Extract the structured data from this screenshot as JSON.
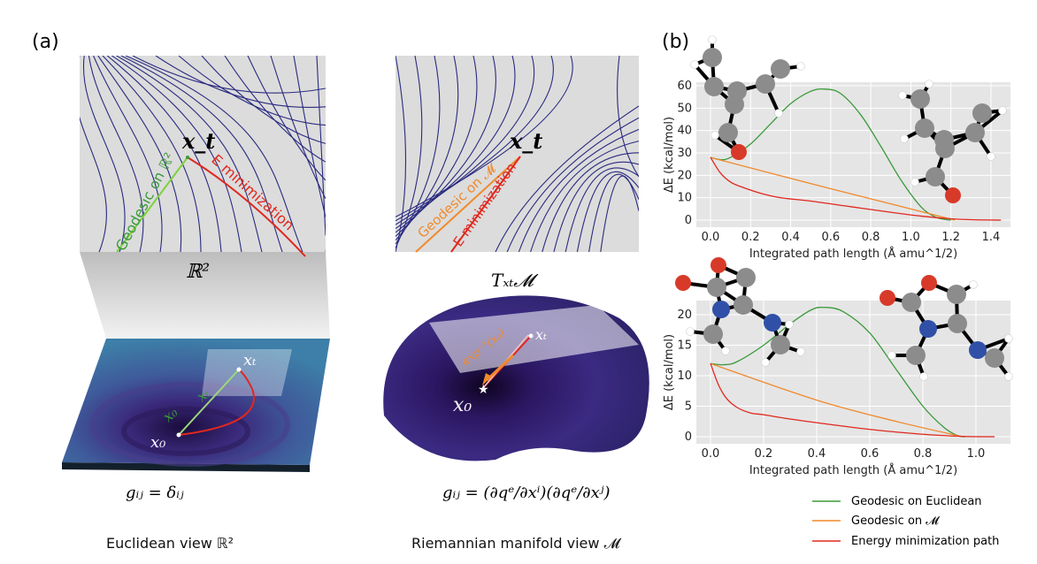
{
  "panel_a": {
    "label": "(a)",
    "euclid_plane": {
      "point_label": "x_t",
      "geodesic_label": "Geodesic on ℝ²",
      "energy_label": "E minimization",
      "space_label": "ℝ²"
    },
    "tangent_plane": {
      "point_label": "x_t",
      "geodesic_label": "Geodesic on 𝓜",
      "energy_label": "E minimization",
      "space_label": "Tₓₜ𝓜"
    },
    "euclid_3d": {
      "start_label": "x₀",
      "end_label": "xₜ",
      "line_label_1": "xₜ",
      "line_label_2": "x₀"
    },
    "manifold_3d": {
      "start_label": "x₀",
      "end_label": "xₜ",
      "exp_label": "exp⁻¹(x₀)"
    },
    "euclid_metric": "gᵢⱼ = δᵢⱼ",
    "manifold_metric": "gᵢⱼ = (∂qᵉ/∂xⁱ)(∂qᵉ/∂xʲ)",
    "euclid_caption": "Euclidean view ℝ²",
    "manifold_caption": "Riemannian manifold view 𝓜"
  },
  "panel_b": {
    "label": "(b)"
  },
  "colors": {
    "green": "#3a9a3a",
    "orange": "#f08a2c",
    "red": "#e0281e",
    "contour": "#2a2a80",
    "plot_bg": "#e5e5e5"
  },
  "chart_data": [
    {
      "type": "line",
      "xlabel": "Integrated path length (Å amu^1/2)",
      "ylabel": "ΔE (kcal/mol)",
      "xlim": [
        -0.05,
        1.5
      ],
      "ylim": [
        -2,
        63
      ],
      "xticks": [
        "0.0",
        "0.2",
        "0.4",
        "0.6",
        "0.8",
        "1.0",
        "1.2",
        "1.4"
      ],
      "yticks": [
        "0",
        "10",
        "20",
        "30",
        "40",
        "50",
        "60"
      ],
      "grid": true,
      "series": [
        {
          "name": "Geodesic on Euclidean",
          "color": "#3a9a3a",
          "x": [
            0,
            0.05,
            0.1,
            0.2,
            0.3,
            0.4,
            0.5,
            0.57,
            0.65,
            0.75,
            0.85,
            0.95,
            1.05,
            1.12,
            1.17,
            1.2
          ],
          "y": [
            28,
            27,
            28,
            34,
            43,
            52,
            57.5,
            58.5,
            56.5,
            47,
            33,
            18,
            6,
            1.5,
            0.3,
            0
          ]
        },
        {
          "name": "Geodesic on 𝓜",
          "color": "#f08a2c",
          "x": [
            0,
            0.6,
            1.0,
            1.22
          ],
          "y": [
            28,
            14,
            5,
            0
          ]
        },
        {
          "name": "Energy minimization path",
          "color": "#e0281e",
          "x": [
            0,
            0.05,
            0.1,
            0.15,
            0.25,
            0.35,
            0.5,
            0.7,
            0.9,
            1.05,
            1.2,
            1.3,
            1.45
          ],
          "y": [
            28,
            21,
            17,
            15,
            12,
            10,
            8.5,
            6,
            3.5,
            1.8,
            0.6,
            0.2,
            0
          ]
        }
      ]
    },
    {
      "type": "line",
      "xlabel": "Integrated path length (Å amu^1/2)",
      "ylabel": "ΔE (kcal/mol)",
      "xlim": [
        -0.05,
        1.13
      ],
      "ylim": [
        -1,
        22.5
      ],
      "xticks": [
        "0.0",
        "0.2",
        "0.4",
        "0.6",
        "0.8",
        "1.0"
      ],
      "yticks": [
        "0",
        "5",
        "10",
        "15",
        "20"
      ],
      "grid": true,
      "series": [
        {
          "name": "Geodesic on Euclidean",
          "color": "#3a9a3a",
          "x": [
            0,
            0.05,
            0.1,
            0.2,
            0.3,
            0.38,
            0.43,
            0.5,
            0.6,
            0.7,
            0.8,
            0.88,
            0.93,
            0.96
          ],
          "y": [
            12,
            11.8,
            12.3,
            15,
            18.5,
            20.8,
            21.2,
            20.5,
            17,
            11,
            5,
            1.5,
            0.2,
            0
          ]
        },
        {
          "name": "Geodesic on 𝓜",
          "color": "#f08a2c",
          "x": [
            0,
            0.4,
            0.7,
            0.95
          ],
          "y": [
            12,
            6,
            2.5,
            0
          ]
        },
        {
          "name": "Energy minimization path",
          "color": "#e0281e",
          "x": [
            0,
            0.03,
            0.06,
            0.1,
            0.15,
            0.2,
            0.3,
            0.4,
            0.6,
            0.8,
            0.95,
            1.07
          ],
          "y": [
            12,
            8.5,
            6.3,
            4.8,
            3.9,
            3.6,
            2.9,
            2.3,
            1.2,
            0.4,
            0.05,
            0
          ]
        }
      ]
    }
  ],
  "legend": [
    {
      "label": "Geodesic on Euclidean",
      "color": "#3a9a3a"
    },
    {
      "label": "Geodesic on 𝓜",
      "color": "#f08a2c"
    },
    {
      "label": "Energy minimization path",
      "color": "#e0281e"
    }
  ]
}
